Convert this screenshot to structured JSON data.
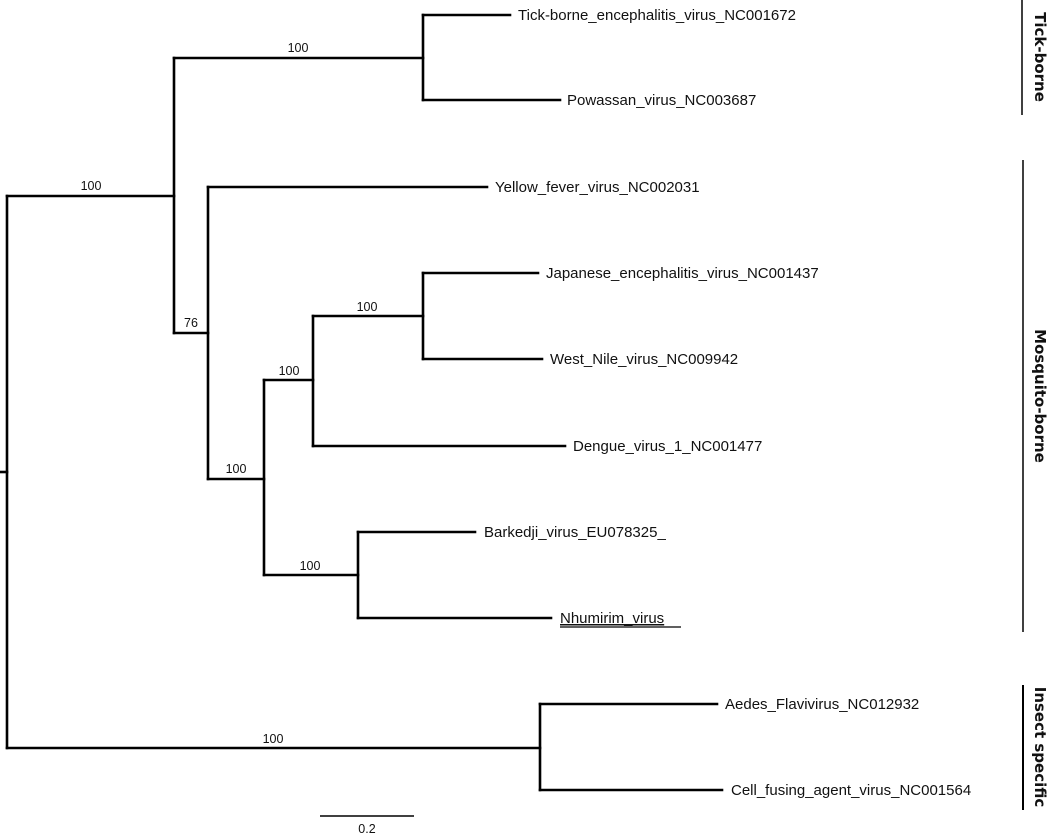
{
  "leaves": [
    "Tick-borne_encephalitis_virus_NC001672",
    "Powassan_virus_NC003687",
    "Yellow_fever_virus_NC002031",
    "Japanese_encephalitis_virus_NC001437",
    "West_Nile_virus_NC009942",
    "Dengue_virus_1_NC001477",
    "Barkedji_virus_EU078325_",
    "Nhumirim_virus",
    "Aedes_Flavivirus_NC012932",
    "Cell_fusing_agent_virus_NC001564"
  ],
  "bootstrap": {
    "root_top": "100",
    "tick_borne": "100",
    "mosquito_node": "76",
    "jev_wnv": "100",
    "jev_wnv_dengue": "100",
    "mosquito_core": "100",
    "barkedji_nhumirim": "100",
    "insect_specific": "100"
  },
  "groups": [
    "Tick-borne",
    "Mosquito-borne",
    "Insect specific"
  ],
  "scale_bar": "0.2"
}
